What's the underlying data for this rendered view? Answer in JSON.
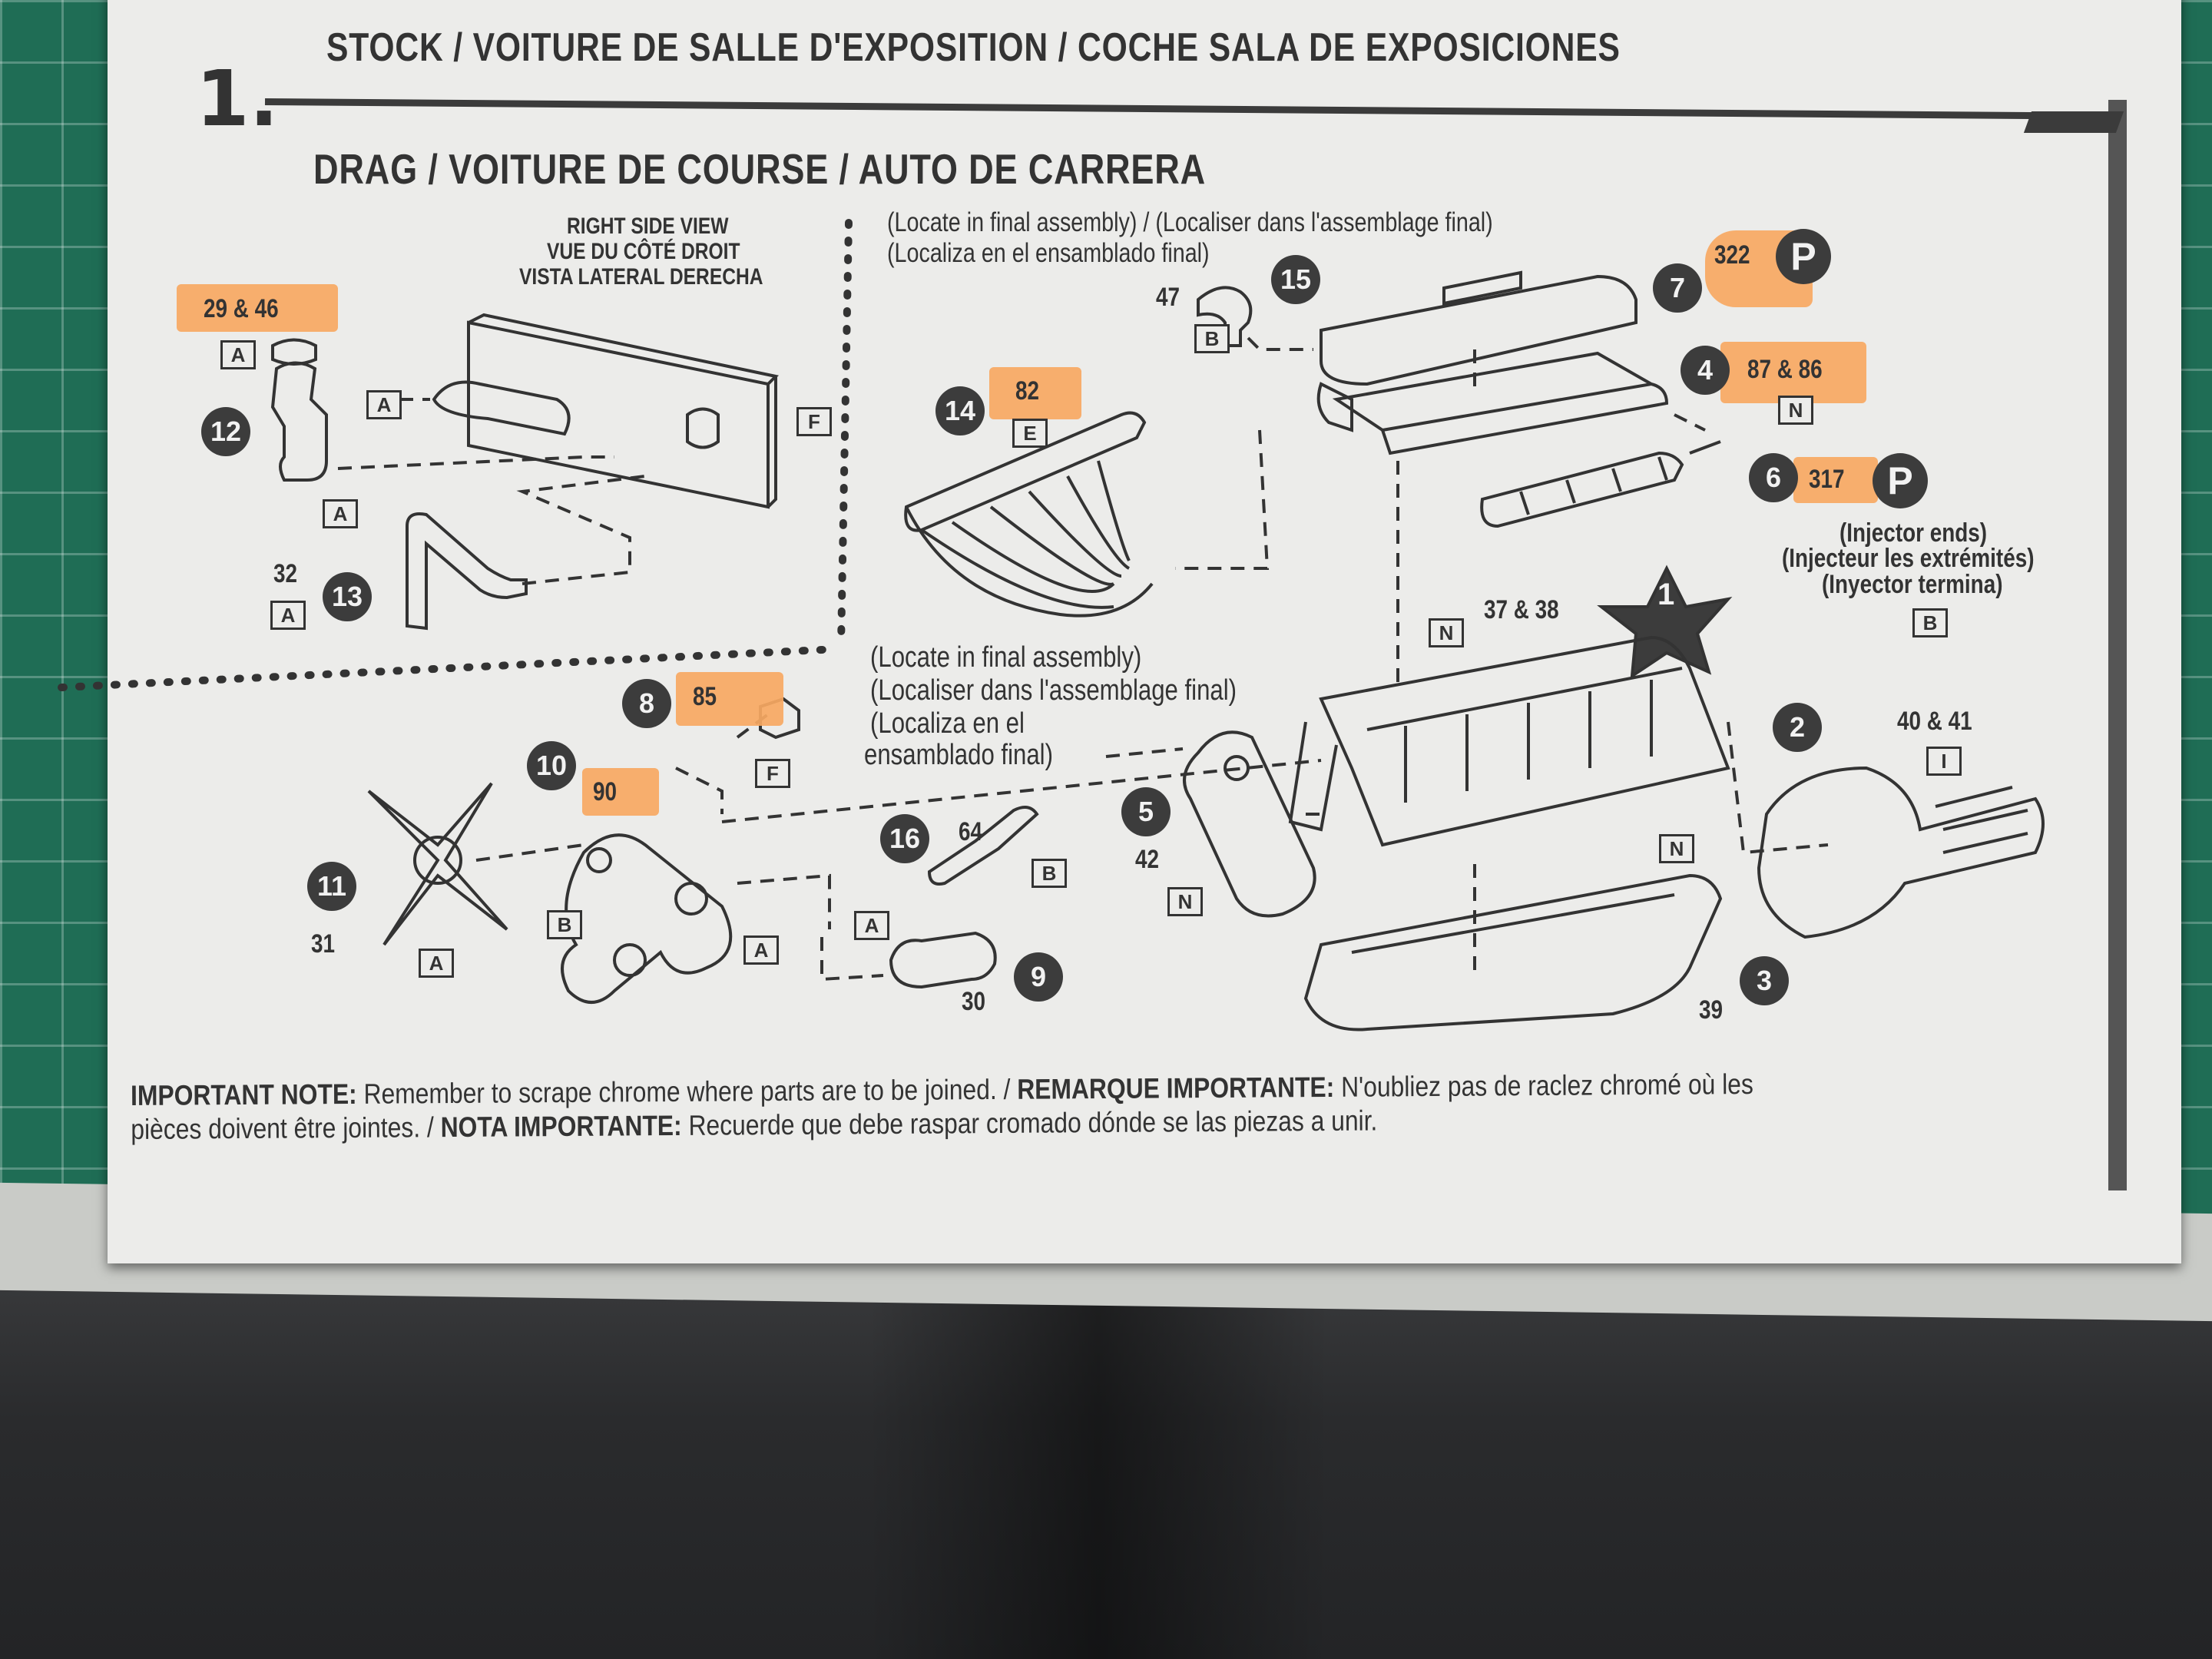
{
  "header": {
    "step_number": "1.",
    "title_stock": "STOCK / VOITURE DE SALLE D'EXPOSITION / COCHE SALA DE EXPOSICIONES",
    "title_drag": "DRAG / VOITURE DE COURSE / AUTO DE CARRERA"
  },
  "view_label": {
    "line1": "RIGHT SIDE VIEW",
    "line2": "VUE DU CÔTÉ DROIT",
    "line3": "VISTA LATERAL DERECHA"
  },
  "locate_top": {
    "line1": "(Locate in final assembly) / (Localiser dans l'assemblage final)",
    "line2": "(Localiza en el ensamblado final)"
  },
  "locate_mid": {
    "line1": "(Locate in final assembly)",
    "line2": "(Localiser dans l'assemblage final)",
    "line3": "(Localiza en el",
    "line4": "ensamblado final)"
  },
  "injector_note": {
    "line1": "(Injector ends)",
    "line2": "(Injecteur les extrémités)",
    "line3": "(Inyector termina)"
  },
  "parts": {
    "p29_46": "29 & 46",
    "p32": "32",
    "p47": "47",
    "p82": "82",
    "p322": "322",
    "p87_86": "87 & 86",
    "p317": "317",
    "p37_38": "37 & 38",
    "p85": "85",
    "p90": "90",
    "p31": "31",
    "p64": "64",
    "p42": "42",
    "p30": "30",
    "p39": "39",
    "p40_41": "40 & 41"
  },
  "steps": {
    "s1": "1",
    "s2": "2",
    "s3": "3",
    "s4": "4",
    "s5": "5",
    "s6": "6",
    "s7": "7",
    "s8": "8",
    "s9": "9",
    "s10": "10",
    "s11": "11",
    "s12": "12",
    "s13": "13",
    "s14": "14",
    "s15": "15",
    "s16": "16",
    "p_label": "P"
  },
  "trees": {
    "A": "A",
    "B": "B",
    "E": "E",
    "F": "F",
    "I": "I",
    "N": "N"
  },
  "note": {
    "important_label": "IMPORTANT NOTE:",
    "important_text": "Remember to scrape chrome where parts are to be joined. /",
    "remarque_label": "REMARQUE IMPORTANTE:",
    "remarque_text": "N'oubliez pas de raclez chromé où les pièces doivent être jointes. /",
    "nota_label": "NOTA IMPORTANTE:",
    "nota_text": "Recuerde que debe raspar cromado dónde se las piezas a unir."
  },
  "colors": {
    "highlight": "#f7a862",
    "ink": "#333333",
    "paper": "#ececea",
    "mat": "#1f6d55"
  }
}
